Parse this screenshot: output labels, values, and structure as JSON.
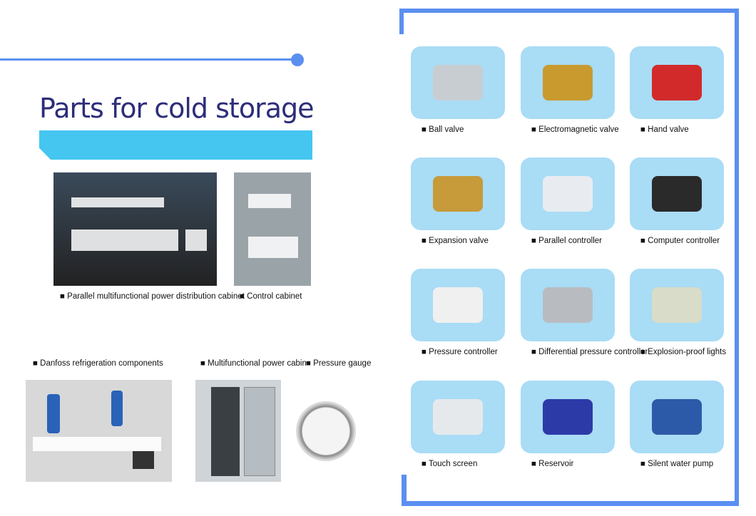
{
  "title": "Parts for cold storage",
  "accent": "#5b8ff0",
  "band_color": "#44c6f0",
  "left_items": [
    {
      "label": "Parallel multifunctional power distribution cabinet"
    },
    {
      "label": "Control cabinet"
    },
    {
      "label": "Danfoss refrigeration components"
    },
    {
      "label": "Multifunctional power cabin"
    },
    {
      "label": "Pressure gauge"
    }
  ],
  "grid": [
    {
      "label": "Ball valve",
      "color": "#c8cdd2"
    },
    {
      "label": "Electromagnetic valve",
      "color": "#c99a2e"
    },
    {
      "label": "Hand valve",
      "color": "#d22a2a"
    },
    {
      "label": "Expansion valve",
      "color": "#c79a3a"
    },
    {
      "label": "Parallel controller",
      "color": "#e8ecf0"
    },
    {
      "label": "Computer controller",
      "color": "#2a2a2a"
    },
    {
      "label": "Pressure controller",
      "color": "#f0f0f0"
    },
    {
      "label": "Differential pressure controller",
      "color": "#b8bcc0"
    },
    {
      "label": "Explosion-proof lights",
      "color": "#d8dcc8"
    },
    {
      "label": "Touch screen",
      "color": "#e6e9ec"
    },
    {
      "label": "Reservoir",
      "color": "#2c3aa8"
    },
    {
      "label": "Silent water pump",
      "color": "#2d5aa8"
    }
  ]
}
